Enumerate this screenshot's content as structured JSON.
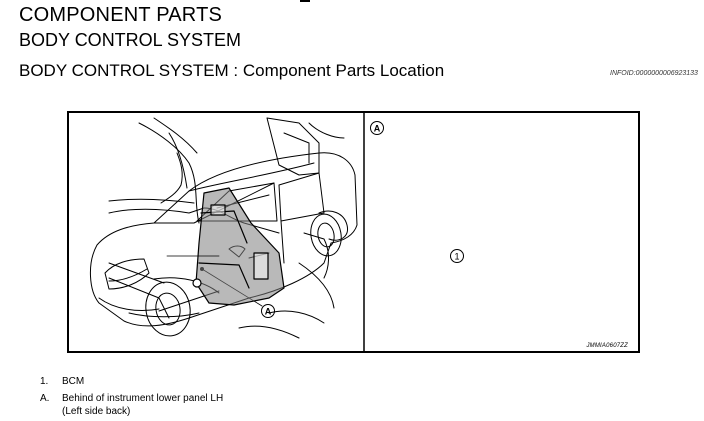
{
  "header": {
    "title": "COMPONENT PARTS",
    "subtitle": "BODY CONTROL SYSTEM",
    "section": "BODY CONTROL SYSTEM : Component Parts Location",
    "info_id": "INFOID:0000000006923133"
  },
  "figure": {
    "callout_letter": "A",
    "callout_number": "1",
    "code": "JMMIA0607ZZ"
  },
  "legend": [
    {
      "key": "1.",
      "lines": [
        "BCM"
      ]
    },
    {
      "key": "A.",
      "lines": [
        "Behind of instrument lower panel LH",
        "(Left side back)"
      ]
    }
  ]
}
